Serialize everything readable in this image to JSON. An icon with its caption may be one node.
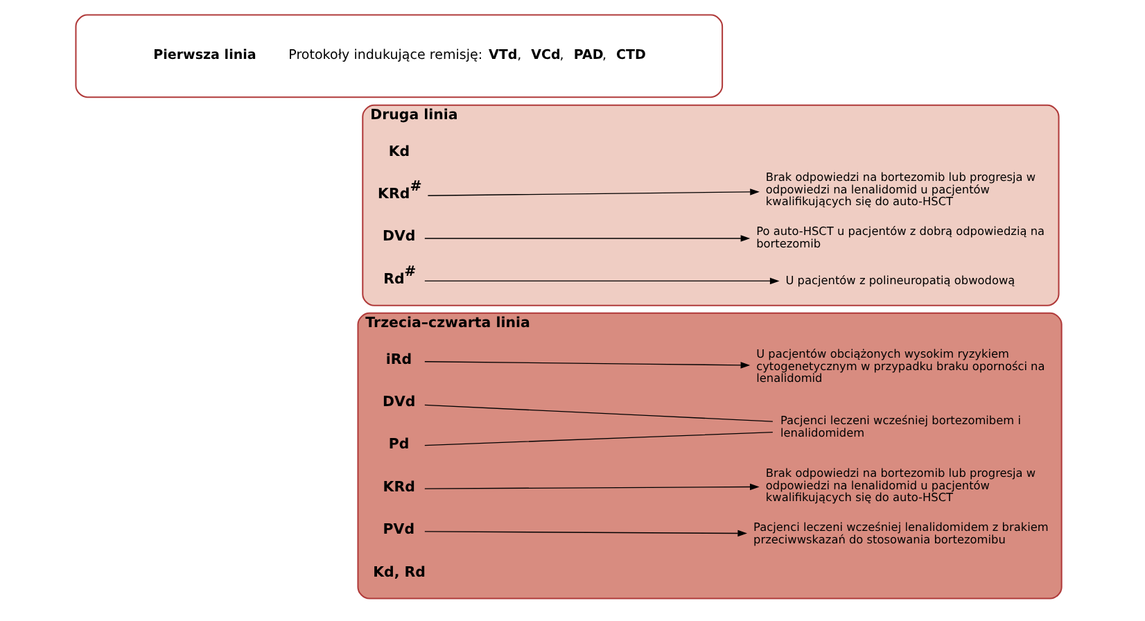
{
  "diagram": {
    "nodes": [
      {
        "text": [
          "Pierwsza linia",
          "Protokoły indukujące remisję: **VTd**, **VCd**, **PAD**, **CTD**"
        ]
      },
      {
        "text": [
          "Druga linia"
        ]
      },
      {
        "text": [
          "Kd"
        ],
        "in": 1
      },
      {
        "text": [
          "KRd$^{#}$"
        ],
        "in": 1
      },
      {
        "text": [
          "Brak odpowiedzi na bortezomib lub progresja w odpowiedzi na lenalidomid u pacjentów kwalifikujących się do auto-HSCT"
        ],
        "in": 1
      },
      {
        "text": [
          "DVd"
        ],
        "in": 1
      },
      {
        "text": [
          "Po auto-HSCT u pacjentów z dobrą odpowiedzią na bortezomib"
        ],
        "in": 1
      },
      {
        "text": [
          "Rd$^{#}$"
        ],
        "in": 1
      },
      {
        "text": [
          "U pacjentów z polineuropatią obwodową"
        ],
        "in": 1
      },
      {
        "text": [
          "Trzecia–czwarta linia"
        ]
      },
      {
        "text": [
          "iRd"
        ],
        "in": 9
      },
      {
        "text": [
          "U pacjentów obciążonych wysokim ryzykiem cytogenetycznym w przypadku braku oporności na lenalidomid"
        ],
        "in": 9
      },
      {
        "text": [
          "DVd"
        ],
        "in": 9
      },
      {
        "text": [
          "Pd"
        ],
        "in": 9
      },
      {
        "text": [
          "Pacjenci leczeni wcześniej bortezomibem i lenalidomidem"
        ],
        "in": 9
      },
      {
        "text": [
          "KRd"
        ],
        "in": 9
      },
      {
        "text": [
          "Brak odpowiedzi na bortezomib lub progresja w odpowiedzi na lenalidomid u pacjentów kwalifikujących się do auto-HSCT"
        ],
        "in": 9
      },
      {
        "text": [
          "PVd"
        ],
        "in": 9
      },
      {
        "text": [
          "Pacjenci leczeni wcześniej lenalidomidem z brakiem przeciwwskazań do stosowania bortezomibu"
        ],
        "in": 9
      },
      {
        "text": [
          "Kd, Rd"
        ],
        "in": 9
      }
    ],
    "edges": [
      {
        "from": 3,
        "to": 4,
        "arrow": "to"
      },
      {
        "from": 5,
        "to": 6,
        "arrow": "to"
      },
      {
        "from": 7,
        "to": 8,
        "arrow": "to"
      },
      {
        "from": 10,
        "to": 11,
        "arrow": "to"
      },
      {
        "from": 12,
        "to": 14,
        "arrow": "none"
      },
      {
        "from": 13,
        "to": 14,
        "arrow": "none"
      },
      {
        "from": 15,
        "to": 16,
        "arrow": "to"
      },
      {
        "from": 17,
        "to": 18,
        "arrow": "to"
      }
    ]
  }
}
